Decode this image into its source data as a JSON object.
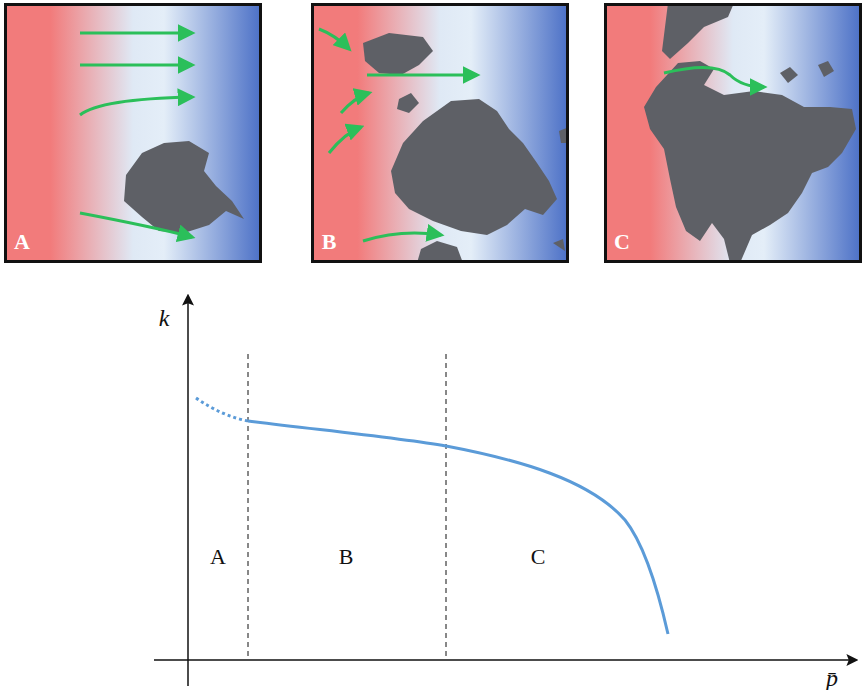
{
  "diagram": {
    "labels": [
      "A",
      "B",
      "C",
      "A",
      "B",
      "C",
      "k",
      "p̄"
    ]
  }
}
